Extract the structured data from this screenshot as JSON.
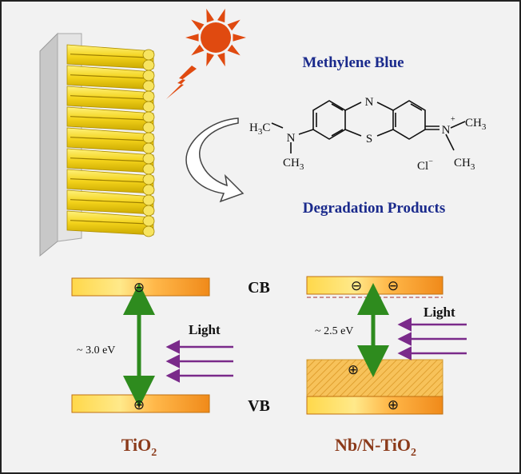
{
  "molecule": {
    "title": "Methylene Blue",
    "h3c": "H",
    "h3c_sub": "3",
    "h3c_c": "C",
    "n_left": "N",
    "ch3": "CH",
    "ch3_sub": "3",
    "s_atom": "S",
    "n_top": "N",
    "n_right": "N",
    "n_charge": "+",
    "cl": "Cl",
    "cl_charge": "−",
    "products": "Degradation Products"
  },
  "bands": {
    "cb": "CB",
    "vb": "VB",
    "light": "Light",
    "tio2_gap": "~ 3.0 eV",
    "nbn_gap": "~ 2.5 eV",
    "minus": "⊖",
    "plus": "⊕"
  },
  "materials": {
    "tio2_main": "TiO",
    "tio2_sub": "2",
    "nbn_main": "Nb/N-TiO",
    "nbn_sub": "2"
  },
  "colors": {
    "title_blue": "#1a2a8c",
    "material_brown": "#8b3a1a",
    "green_arrow": "#2e8b1e",
    "light_purple": "#7a2a8a",
    "sun": "#e04a10"
  }
}
